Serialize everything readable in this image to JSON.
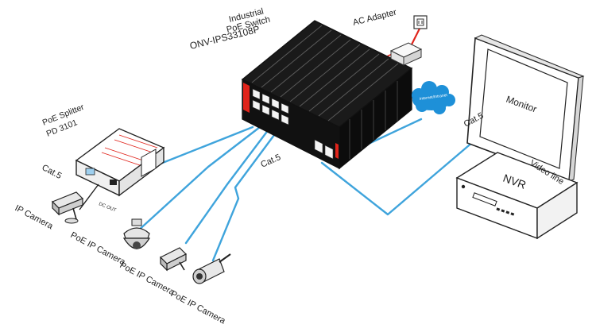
{
  "switch": {
    "title_line1": "Industrial",
    "title_line2": "PoE Switch",
    "model": "ONV-IPS33108P",
    "brand": "ONV"
  },
  "ac_adapter": {
    "label": "AC Adapter"
  },
  "cloud": {
    "label": "Internet/Intranet"
  },
  "monitor": {
    "label": "Monitor"
  },
  "nvr": {
    "label": "NVR"
  },
  "splitter": {
    "label_line1": "PoE Splitter",
    "label_line2": "PD 3101",
    "dc_out": "DC OUT"
  },
  "cable_labels": {
    "cat5_splitter": "Cat.5",
    "cat5_middle": "Cat.5",
    "cat5_nvr": "Cat.5",
    "video_line": "Video line"
  },
  "cameras": {
    "ip_camera": "IP Camera",
    "poe_camera_1": "PoE IP Camera",
    "poe_camera_2": "PoE IP Camera",
    "poe_camera_3": "PoE IP Camera"
  },
  "colors": {
    "cable": "#3fa4dc",
    "power_cable": "#e0241b",
    "switch_body": "#1a1a1a",
    "accent_red": "#e0241b",
    "cloud": "#1e90d8"
  },
  "icons": [
    "switch-icon",
    "power-adapter-icon",
    "wall-outlet-icon",
    "cloud-icon",
    "monitor-icon",
    "nvr-icon",
    "poe-splitter-icon",
    "box-camera-icon",
    "dome-camera-icon",
    "bullet-camera-icon"
  ]
}
